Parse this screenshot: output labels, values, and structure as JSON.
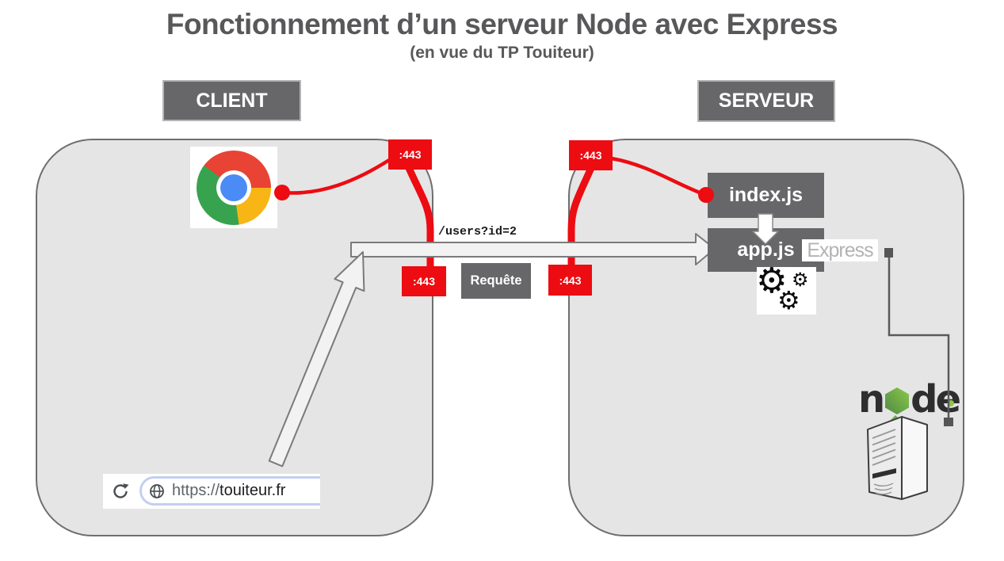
{
  "title": "Fonctionnement d’un serveur Node avec Express",
  "subtitle": "(en vue du TP Touiteur)",
  "client": {
    "label": "CLIENT",
    "url": {
      "prefix": "https://",
      "domain": "touiteur.fr"
    }
  },
  "server": {
    "label": "SERVEUR",
    "index_label": "index.js",
    "app_label": "app.js",
    "express_label": "Express",
    "node_logo": {
      "n": "n",
      "de": "de"
    }
  },
  "request": {
    "label": "Requête",
    "path": "/users?id=2"
  },
  "ports": {
    "client_top": ":443",
    "client_bottom": ":443",
    "server_top": ":443",
    "server_bottom": ":443"
  },
  "icons": {
    "gear_glyph": "⚙",
    "chrome": "chrome-browser-logo",
    "reload": "reload-arrow",
    "globe": "globe",
    "node_hexagon": "green-hexagon",
    "server_tower": "tower-server"
  },
  "colors": {
    "red": "#ec0c12",
    "dark_box": "#67676a",
    "panel_fill": "#e5e5e5",
    "panel_border": "#6e6e6e",
    "node_green": "#6da75d",
    "title_gray": "#58585a",
    "express_text": "#b3b3b3",
    "chrome_blue": "#4b8bf5"
  }
}
